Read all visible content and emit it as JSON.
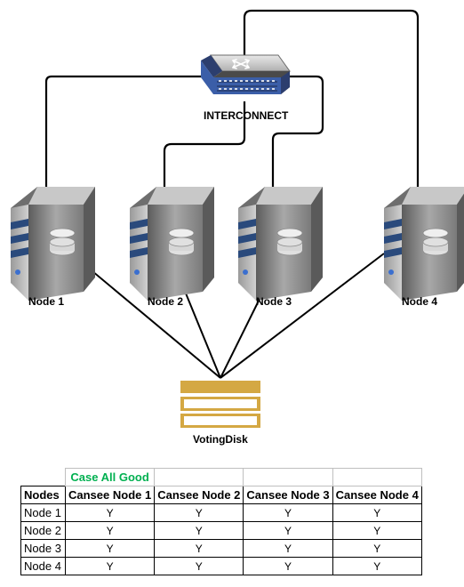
{
  "diagram": {
    "interconnect_label": "INTERCONNECT",
    "nodes": [
      "Node 1",
      "Node 2",
      "Node 3",
      "Node 4"
    ],
    "voting_disk_label": "VotingDisk"
  },
  "table": {
    "title": "Case All Good",
    "corner_header": "Nodes",
    "columns": [
      "Cansee Node 1",
      "Cansee Node 2",
      "Cansee Node 3",
      "Cansee Node 4"
    ],
    "rows": [
      {
        "name": "Node 1",
        "values": [
          "Y",
          "Y",
          "Y",
          "Y"
        ]
      },
      {
        "name": "Node 2",
        "values": [
          "Y",
          "Y",
          "Y",
          "Y"
        ]
      },
      {
        "name": "Node 3",
        "values": [
          "Y",
          "Y",
          "Y",
          "Y"
        ]
      },
      {
        "name": "Node 4",
        "values": [
          "Y",
          "Y",
          "Y",
          "Y"
        ]
      }
    ]
  },
  "colors": {
    "disk_gold": "#d4a843",
    "server_gray": "#8c8c8c",
    "stripe_blue": "#2a4a7c",
    "switch_blue": "#3b5ea8",
    "title_green": "#00b050"
  },
  "icons": [
    "network-switch-icon",
    "server-icon",
    "disk-stack-icon"
  ]
}
